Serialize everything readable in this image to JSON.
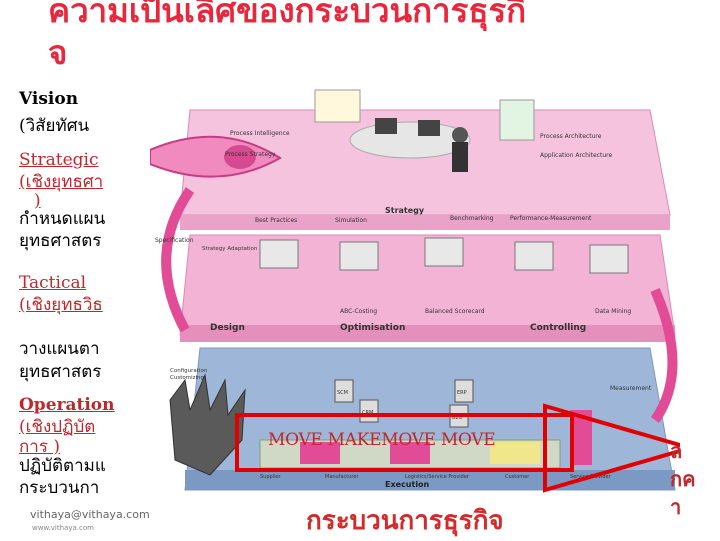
{
  "title": {
    "line1": "ความเป็นเลิศของกระบวนการธุรกิ",
    "line2": "จ"
  },
  "labels": {
    "vision": "Vision",
    "vision_th": "(วิสัยทัศน",
    "strategic": "Strategic",
    "strategic_th1": "(เชิงยุทธศา",
    "strategic_th2": ")",
    "strategic_desc1": "กำหนดแผน",
    "strategic_desc2": "ยุทธศาสตร",
    "tactical": "Tactical",
    "tactical_th": "(เชิงยุทธวิธ",
    "tactical_desc1": "วางแผนตา",
    "tactical_desc2": "ยุทธศาสตร",
    "operational": "Operation",
    "operational_th1": "(เชิงปฏิบัต",
    "operational_th2": "การ )",
    "operational_desc1": "ปฏิบัติตามแ",
    "operational_desc2": "กระบวนกา"
  },
  "illustration": {
    "process_intelligence": "Process Intelligence",
    "process_strategy": "Process Strategy",
    "process_architecture": "Process Architecture",
    "application_architecture": "Application Architecture",
    "best_practices": "Best Practices",
    "simulation": "Simulation",
    "strategy": "Strategy",
    "benchmarking": "Benchmarking",
    "performance_measurement": "Performance-Measurement",
    "specification": "Specification",
    "strategy_adaptation": "Strategy Adaptation",
    "abc_costing": "ABC-Costing",
    "balanced_scorecard": "Balanced Scorecard",
    "data_mining": "Data Mining",
    "design": "Design",
    "optimisation": "Optimisation",
    "controlling": "Controlling",
    "configuration": "Configuration",
    "customizing": "Customizing",
    "measurement": "Measurement",
    "execution": "Execution",
    "supplier": "Supplier",
    "manufacturer": "Manufacturer",
    "logistics": "Logistics/Service Provider",
    "customer": "Customer",
    "service_provider": "Service Provider",
    "scm": "SCM",
    "erp": "ERP",
    "crm": "CRM",
    "b2b": "B2B"
  },
  "move_text": "MOVE MAKEMOVE MOVE",
  "bottom_label": "กระบวนการธุรกิจ",
  "right_label": [
    "ล",
    "กค",
    "า"
  ],
  "logo": {
    "name": "vithaya@vithaya.com",
    "sub": "www.vithaya.com"
  },
  "colors": {
    "title": "#e8263c",
    "accent": "#c0272d",
    "pink": "#f3a6cf",
    "magenta": "#e0458f"
  }
}
